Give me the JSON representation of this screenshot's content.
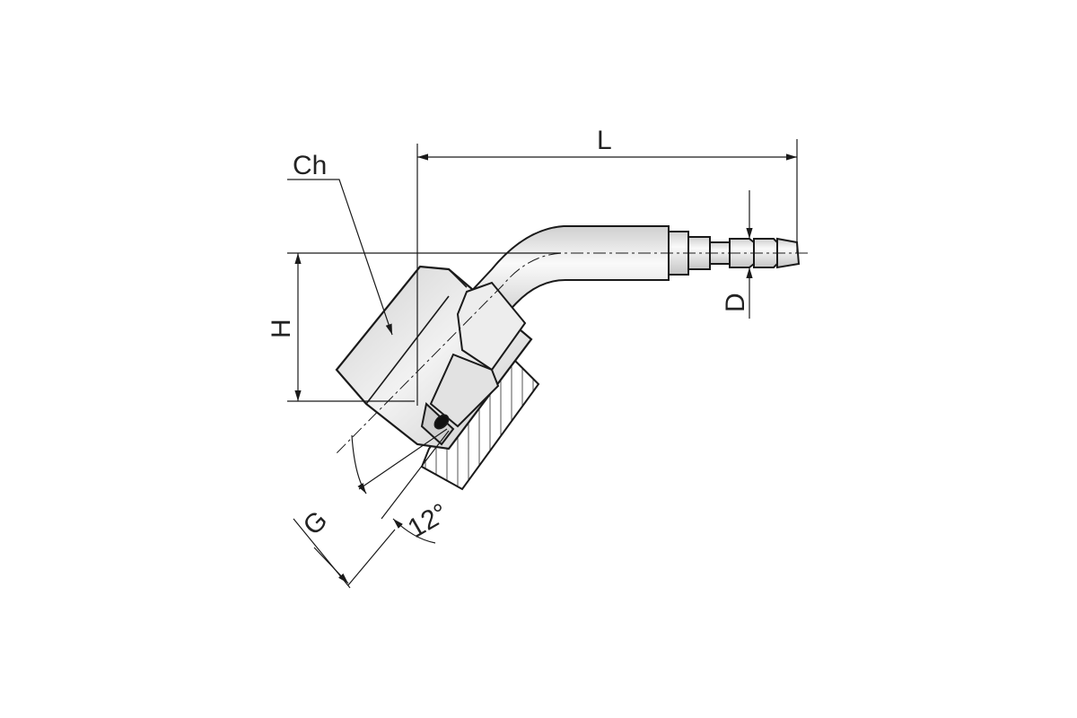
{
  "diagram": {
    "labels": {
      "length": "L",
      "hex": "Ch",
      "height": "H",
      "diameter": "D",
      "thread": "G",
      "angle": "12°"
    },
    "colors": {
      "line": "#1a1a1a",
      "metal_light": "#f4f4f4",
      "metal_mid": "#d8d8d8",
      "metal_dark": "#bdbdbd"
    }
  }
}
